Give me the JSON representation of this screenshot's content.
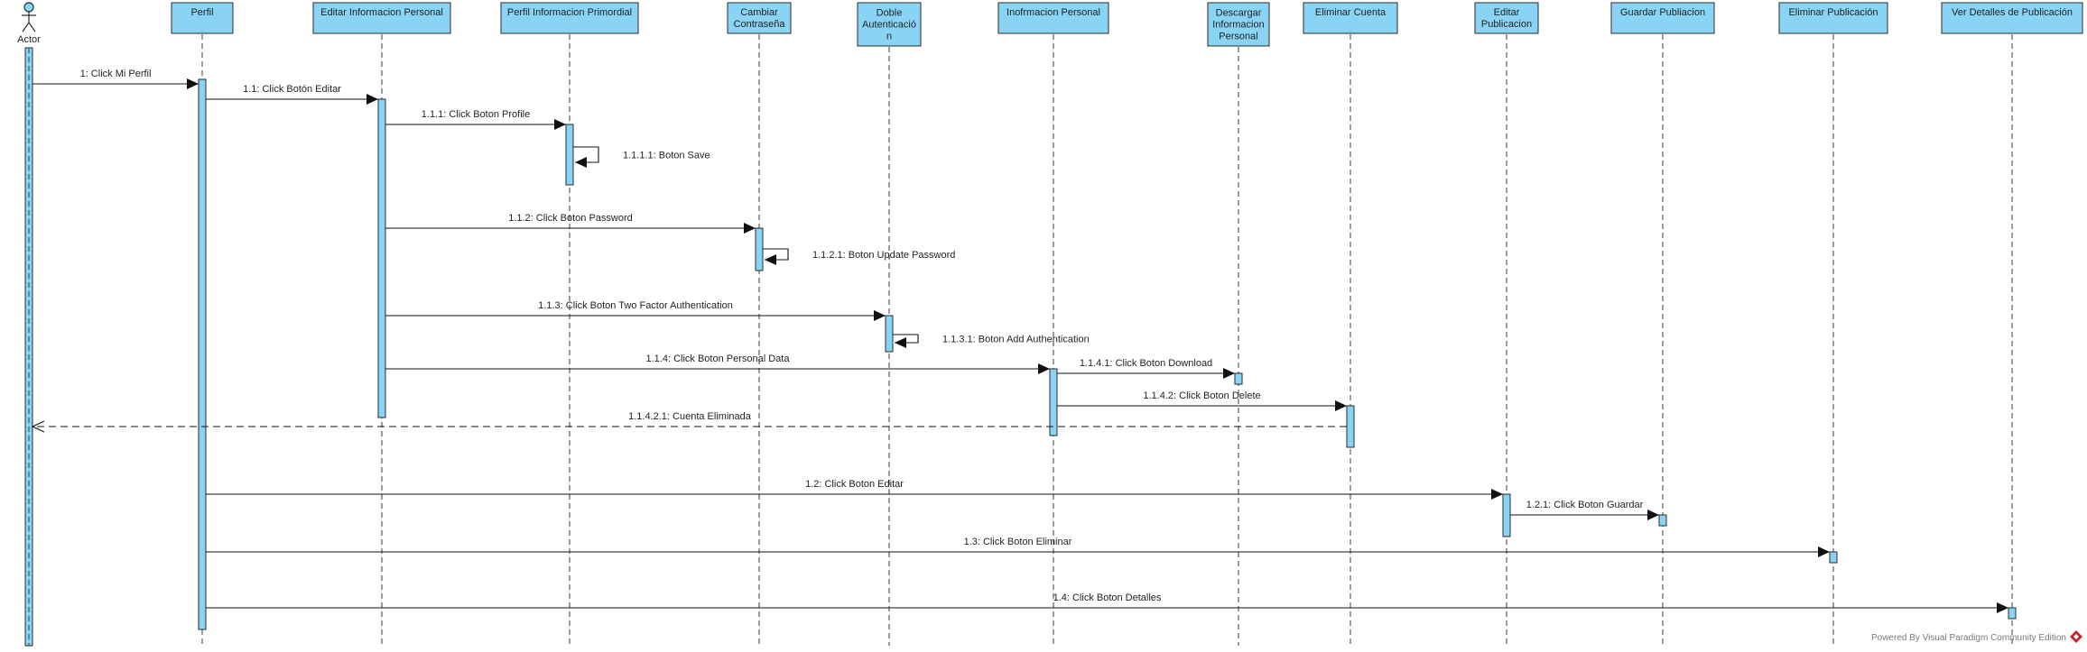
{
  "actor": {
    "label": "Actor"
  },
  "lifelines": [
    {
      "id": "perfil",
      "lines": [
        "Perfil"
      ]
    },
    {
      "id": "editar-info-personal",
      "lines": [
        "Editar Informacion Personal"
      ]
    },
    {
      "id": "perfil-info-primordial",
      "lines": [
        "Perfil Informacion Primordial"
      ]
    },
    {
      "id": "cambiar-contrasena",
      "lines": [
        "Cambiar",
        "Contraseña"
      ]
    },
    {
      "id": "doble-autenticacion",
      "lines": [
        "Doble",
        "Autenticació",
        "n"
      ]
    },
    {
      "id": "inofrmacion-personal",
      "lines": [
        "Inofrmacion Personal"
      ]
    },
    {
      "id": "descargar-info-personal",
      "lines": [
        "Descargar",
        "Informacion",
        "Personal"
      ]
    },
    {
      "id": "eliminar-cuenta",
      "lines": [
        "Eliminar Cuenta"
      ]
    },
    {
      "id": "editar-publicacion",
      "lines": [
        "Editar",
        "Publicacion"
      ]
    },
    {
      "id": "guardar-publicacion",
      "lines": [
        "Guardar Publiacion"
      ]
    },
    {
      "id": "eliminar-publicacion",
      "lines": [
        "Eliminar Publicación"
      ]
    },
    {
      "id": "ver-detalles-publicacion",
      "lines": [
        "Ver Detalles de Publicación"
      ]
    }
  ],
  "messages": [
    {
      "number": "1:",
      "text": "Click Mi Perfil",
      "from": "actor",
      "to": "perfil",
      "kind": "call"
    },
    {
      "number": "1.1:",
      "text": "Click Botón Editar",
      "from": "perfil",
      "to": "editar-info-personal",
      "kind": "call"
    },
    {
      "number": "1.1.1:",
      "text": "Click Boton Profile",
      "from": "editar-info-personal",
      "to": "perfil-info-primordial",
      "kind": "call"
    },
    {
      "number": "1.1.1.1:",
      "text": "Boton Save",
      "from": "perfil-info-primordial",
      "to": "perfil-info-primordial",
      "kind": "self"
    },
    {
      "number": "1.1.2:",
      "text": "Click Boton Password",
      "from": "editar-info-personal",
      "to": "cambiar-contrasena",
      "kind": "call"
    },
    {
      "number": "1.1.2.1:",
      "text": "Boton Update Password",
      "from": "cambiar-contrasena",
      "to": "cambiar-contrasena",
      "kind": "self"
    },
    {
      "number": "1.1.3:",
      "text": "Click Boton Two Factor Authentication",
      "from": "editar-info-personal",
      "to": "doble-autenticacion",
      "kind": "call"
    },
    {
      "number": "1.1.3.1:",
      "text": "Boton Add Authentication",
      "from": "doble-autenticacion",
      "to": "doble-autenticacion",
      "kind": "self"
    },
    {
      "number": "1.1.4:",
      "text": "Click Boton Personal Data",
      "from": "editar-info-personal",
      "to": "inofrmacion-personal",
      "kind": "call"
    },
    {
      "number": "1.1.4.1:",
      "text": "Click Boton Download",
      "from": "inofrmacion-personal",
      "to": "descargar-info-personal",
      "kind": "call"
    },
    {
      "number": "1.1.4.2:",
      "text": "Click Boton Delete",
      "from": "inofrmacion-personal",
      "to": "eliminar-cuenta",
      "kind": "call"
    },
    {
      "number": "1.1.4.2.1:",
      "text": "Cuenta Eliminada",
      "from": "eliminar-cuenta",
      "to": "actor",
      "kind": "return"
    },
    {
      "number": "1.2:",
      "text": "Click Boton Editar",
      "from": "perfil",
      "to": "editar-publicacion",
      "kind": "call"
    },
    {
      "number": "1.2.1:",
      "text": "Click Boton Guardar",
      "from": "editar-publicacion",
      "to": "guardar-publicacion",
      "kind": "call"
    },
    {
      "number": "1.3:",
      "text": "Click Boton Eliminar",
      "from": "perfil",
      "to": "eliminar-publicacion",
      "kind": "call"
    },
    {
      "number": "1.4:",
      "text": "Click Boton Detalles",
      "from": "perfil",
      "to": "ver-detalles-publicacion",
      "kind": "call"
    }
  ],
  "footer": {
    "text": "Powered By  Visual Paradigm Community Edition"
  },
  "colors": {
    "lifeline_fill": "#89d4f5",
    "stroke": "#2b2b2b",
    "logo": "#c2272d"
  }
}
